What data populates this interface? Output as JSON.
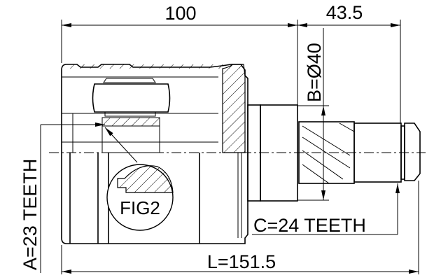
{
  "drawing": {
    "dimensions": {
      "housing_length": "100",
      "shaft_length": "43.5",
      "diameter_b": "B=Ø40",
      "teeth_a": "A=23 TEETH",
      "teeth_c": "C=24 TEETH",
      "overall_length": "L=151.5"
    },
    "detail_label": "FIG2"
  }
}
